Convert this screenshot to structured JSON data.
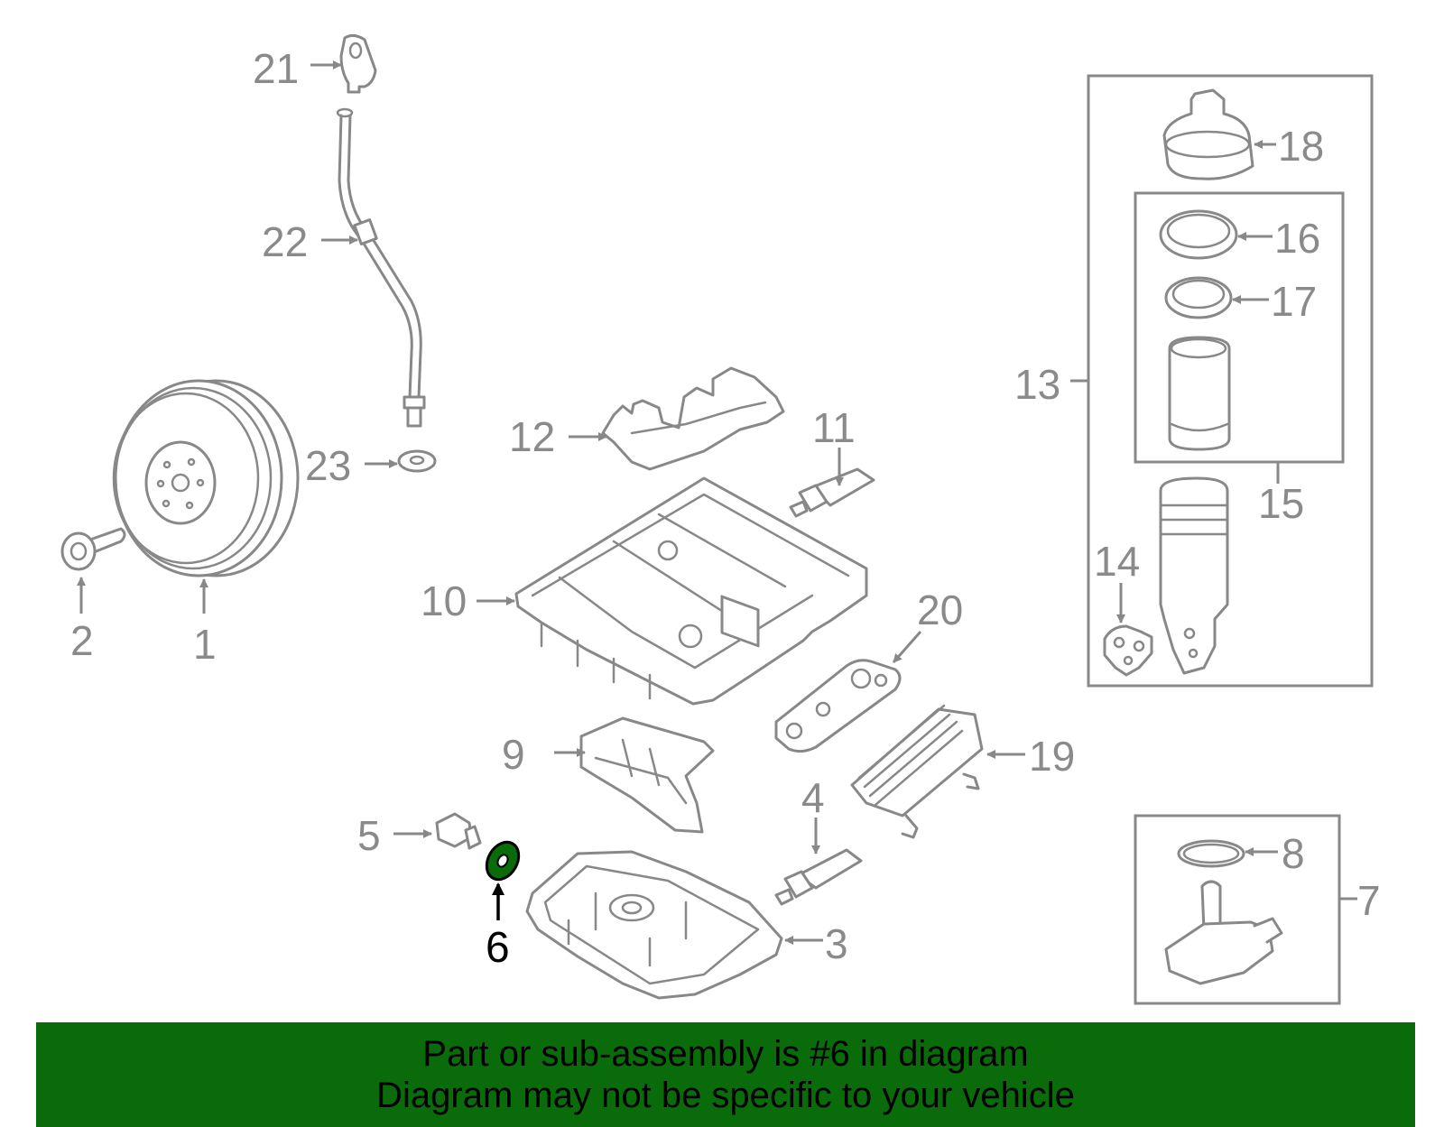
{
  "diagram": {
    "callouts": [
      "1",
      "2",
      "3",
      "4",
      "5",
      "6",
      "7",
      "8",
      "9",
      "10",
      "11",
      "12",
      "13",
      "14",
      "15",
      "16",
      "17",
      "18",
      "19",
      "20",
      "21",
      "22",
      "23"
    ],
    "highlighted": "6",
    "colors": {
      "line": "#888888",
      "highlight_fill": "#0a6b0a",
      "banner_bg": "#0a6b0a",
      "text": "#000000"
    }
  },
  "banner": {
    "line1": "Part or sub-assembly is #6 in diagram",
    "line2": "Diagram may not be specific to your vehicle"
  }
}
